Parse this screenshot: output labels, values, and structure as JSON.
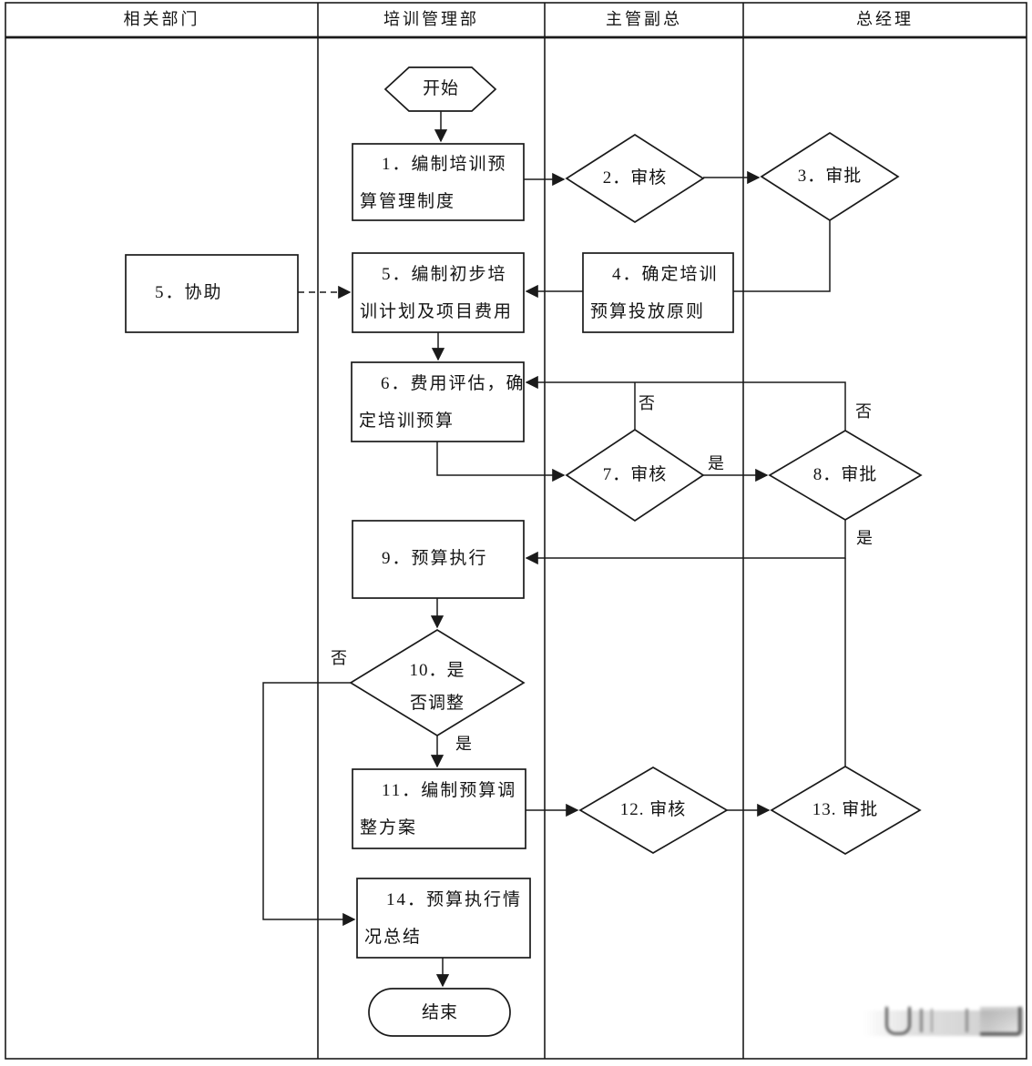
{
  "lanes": [
    "相关部门",
    "培训管理部",
    "主管副总",
    "总经理"
  ],
  "nodes": {
    "start": {
      "label": "开始"
    },
    "n1": {
      "lines": [
        "1．编制培训预",
        "算管理制度"
      ]
    },
    "n2": {
      "label": "2．审核"
    },
    "n3": {
      "label": "3．审批"
    },
    "n4": {
      "lines": [
        "4．确定培训",
        "预算投放原则"
      ]
    },
    "n5assist": {
      "label": "5．协助"
    },
    "n5": {
      "lines": [
        "5．编制初步培",
        "训计划及项目费用"
      ]
    },
    "n6": {
      "lines": [
        "6．费用评估，确",
        "定培训预算"
      ]
    },
    "n7": {
      "label": "7．审核"
    },
    "n8": {
      "label": "8．审批"
    },
    "n9": {
      "label": "9．预算执行"
    },
    "n10": {
      "lines": [
        "10．是",
        "否调整"
      ]
    },
    "n11": {
      "lines": [
        "11．编制预算调",
        "整方案"
      ]
    },
    "n12": {
      "label": "12. 审核"
    },
    "n13": {
      "label": "13. 审批"
    },
    "n14": {
      "lines": [
        "14．预算执行情",
        "况总结"
      ]
    },
    "end": {
      "label": "结束"
    }
  },
  "edge_labels": {
    "d7_no": "否",
    "d7_yes": "是",
    "d8_no": "否",
    "d8_yes": "是",
    "d10_no": "否",
    "d10_yes": "是"
  },
  "colors": {
    "line": "#1a1a1a",
    "background": "#ffffff"
  }
}
